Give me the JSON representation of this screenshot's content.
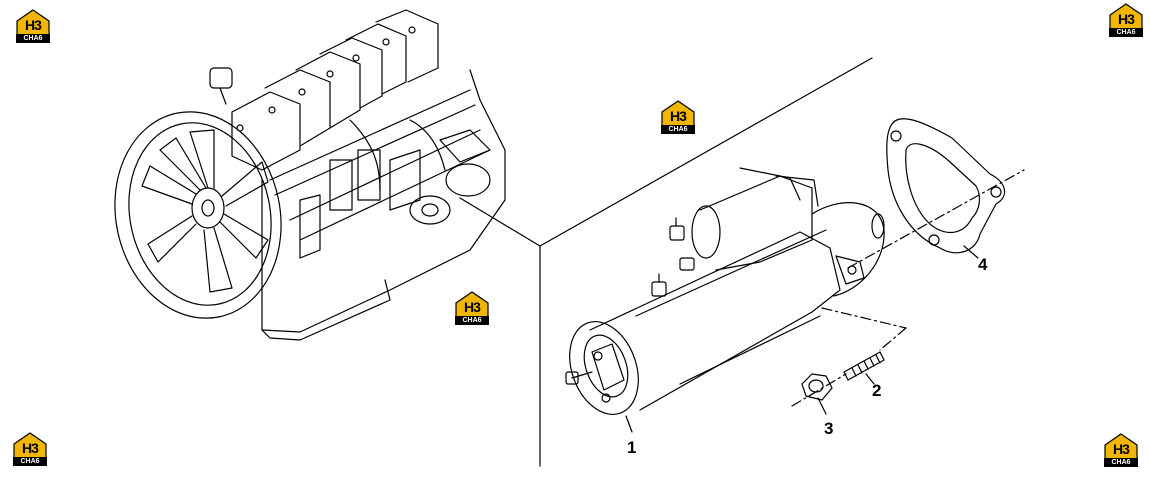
{
  "logo": {
    "mark": "H3",
    "sub": "CHA6"
  },
  "callouts": {
    "starter": "1",
    "stud": "2",
    "nut": "3",
    "gasket": "4"
  },
  "colors": {
    "line": "#000000",
    "logo_yellow": "#f2b600",
    "background": "#ffffff"
  }
}
